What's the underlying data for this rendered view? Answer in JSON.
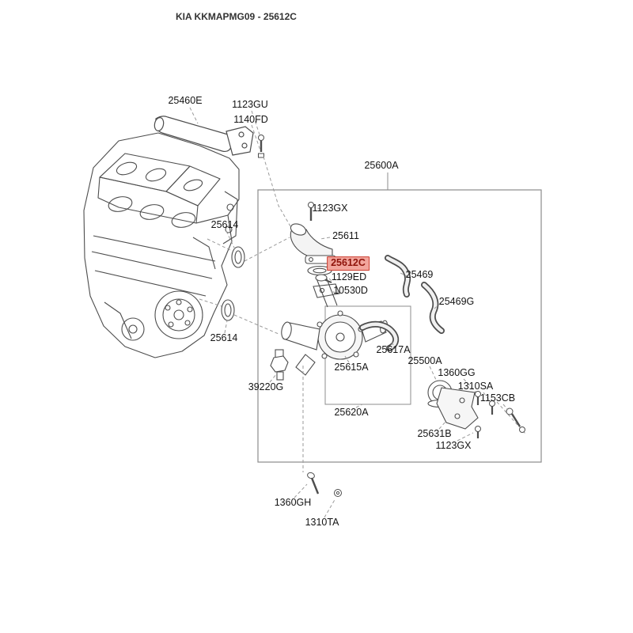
{
  "title": "KIA KKMAPMG09 - 25612C",
  "highlight": {
    "code": "25612C",
    "bg": "#f2a59c",
    "border": "#cc3b2e",
    "text_color": "#8f130a"
  },
  "diagram": {
    "line_color": "#4d4d4d",
    "leader_color": "#9a9a9a",
    "box_color": "#8c8c8c"
  },
  "parts": [
    {
      "code": "25460E"
    },
    {
      "code": "1123GU"
    },
    {
      "code": "1140FD"
    },
    {
      "code": "25600A"
    },
    {
      "code": "1123GX"
    },
    {
      "code": "25614"
    },
    {
      "code": "25611"
    },
    {
      "code": "25612C"
    },
    {
      "code": "1129ED"
    },
    {
      "code": "25469"
    },
    {
      "code": "10530D"
    },
    {
      "code": "25469G"
    },
    {
      "code": "25614"
    },
    {
      "code": "25617A"
    },
    {
      "code": "25615A"
    },
    {
      "code": "25500A"
    },
    {
      "code": "1360GG"
    },
    {
      "code": "1310SA"
    },
    {
      "code": "39220G"
    },
    {
      "code": "1153CB"
    },
    {
      "code": "25620A"
    },
    {
      "code": "25631B"
    },
    {
      "code": "1123GX"
    },
    {
      "code": "1360GH"
    },
    {
      "code": "1310TA"
    }
  ]
}
